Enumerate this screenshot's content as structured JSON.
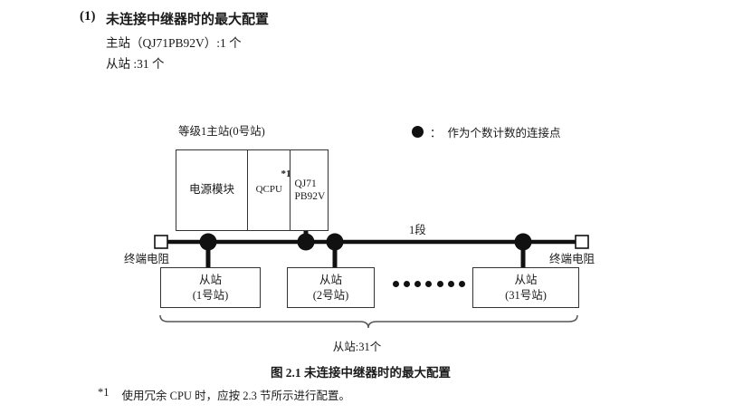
{
  "heading": {
    "number": "(1)",
    "title": "未连接中继器时的最大配置",
    "spec_master": "主站（QJ71PB92V）:1 个",
    "spec_slave": "从站 :31 个"
  },
  "legend": {
    "symbol": "legend-dot",
    "separator": "：",
    "text": "作为个数计数的连接点"
  },
  "diagram": {
    "rack_label": "等级1主站(0号站)",
    "modules": [
      {
        "name": "电源模块",
        "footnote_mark": ""
      },
      {
        "name": "QCPU",
        "footnote_mark": "*1"
      },
      {
        "name": "QJ71\nPB92V",
        "footnote_mark": ""
      }
    ],
    "terminal_left_label": "终端电阻",
    "terminal_right_label": "终端电阻",
    "segment_label": "1段",
    "slaves": [
      {
        "name": "从站",
        "station": "(1号站)"
      },
      {
        "name": "从站",
        "station": "(2号站)"
      },
      {
        "name": "从站",
        "station": "(31号站)"
      }
    ],
    "ellipsis_dot_count": 7,
    "brace_caption": "从站:31个",
    "colors": {
      "line": "#111111",
      "box_border": "#333333",
      "background": "#ffffff"
    }
  },
  "figure_caption": "图 2.1  未连接中继器时的最大配置",
  "footnote": {
    "mark": "*1",
    "text": "使用冗余 CPU 时，应按 2.3 节所示进行配置。"
  }
}
